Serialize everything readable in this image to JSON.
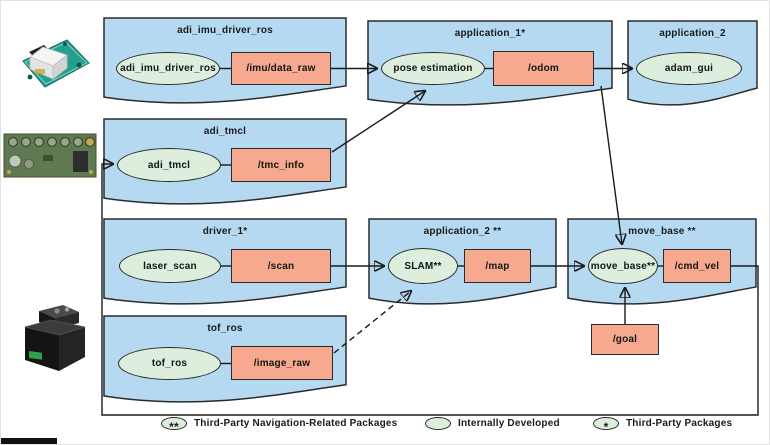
{
  "colors": {
    "package_box": "#b5d9f0",
    "node_ellipse": "#ddeedd",
    "topic_rect": "#f6a98e",
    "outline": "#2b2b2b"
  },
  "boxes": {
    "imu": {
      "title": "adi_imu_driver_ros"
    },
    "app1": {
      "title": "application_1*"
    },
    "app2top": {
      "title": "application_2"
    },
    "tmcl": {
      "title": "adi_tmcl"
    },
    "driver1": {
      "title": "driver_1*"
    },
    "app2": {
      "title": "application_2 **"
    },
    "movebase": {
      "title": "move_base **"
    },
    "tof": {
      "title": "tof_ros"
    }
  },
  "nodes": {
    "imu": "adi_imu_driver_ros",
    "pose": "pose estimation",
    "adam": "adam_gui",
    "tmcl": "adi_tmcl",
    "laser": "laser_scan",
    "slam": "SLAM**",
    "movebase": "move_base**",
    "tof": "tof_ros"
  },
  "topics": {
    "imu_data": "/imu/data_raw",
    "odom": "/odom",
    "tmc_info": "/tmc_info",
    "scan": "/scan",
    "map": "/map",
    "cmd_vel": "/cmd_vel",
    "image_raw": "/image_raw",
    "goal": "/goal"
  },
  "edges": [
    {
      "from": "/imu/data_raw",
      "to": "pose estimation",
      "style": "solid"
    },
    {
      "from": "/odom",
      "to": "adam_gui",
      "style": "solid"
    },
    {
      "from": "/tmc_info",
      "to": "pose estimation",
      "style": "solid"
    },
    {
      "from": "/odom",
      "to": "move_base**",
      "style": "solid"
    },
    {
      "from": "/scan",
      "to": "SLAM**",
      "style": "solid"
    },
    {
      "from": "/map",
      "to": "move_base**",
      "style": "solid"
    },
    {
      "from": "/goal",
      "to": "move_base**",
      "style": "solid"
    },
    {
      "from": "/cmd_vel",
      "to": "adi_tmcl",
      "style": "solid"
    },
    {
      "from": "/image_raw",
      "to": "SLAM**",
      "style": "dashed"
    }
  ],
  "legend": {
    "items": [
      {
        "symbol": "**",
        "label": "Third-Party Navigation-Related Packages"
      },
      {
        "symbol": "",
        "label": "Internally Developed"
      },
      {
        "symbol": "*",
        "label": "Third-Party Packages"
      }
    ]
  }
}
